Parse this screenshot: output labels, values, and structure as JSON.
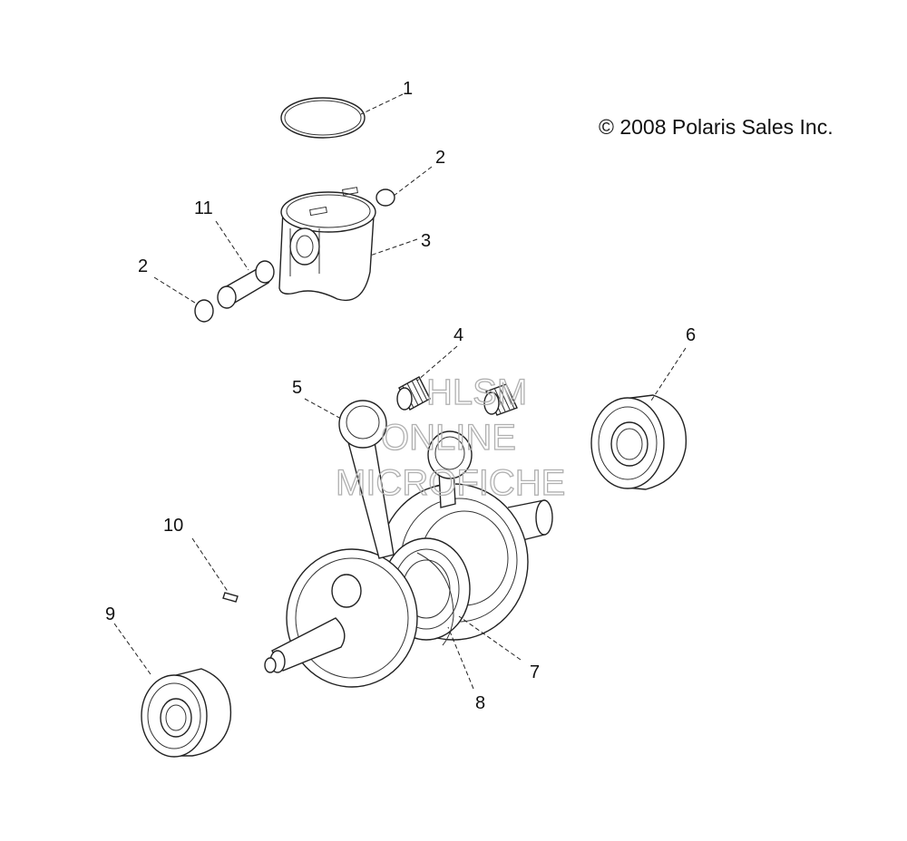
{
  "copyright": "© 2008 Polaris Sales Inc.",
  "watermark": [
    "HLSM",
    "ONLINE",
    "MICROFICHE"
  ],
  "callouts": [
    "1",
    "2",
    "2",
    "3",
    "4",
    "5",
    "6",
    "7",
    "8",
    "9",
    "10",
    "11"
  ],
  "colors": {
    "line": "#222222",
    "watermark": "#b0b0b0",
    "background": "#ffffff"
  }
}
